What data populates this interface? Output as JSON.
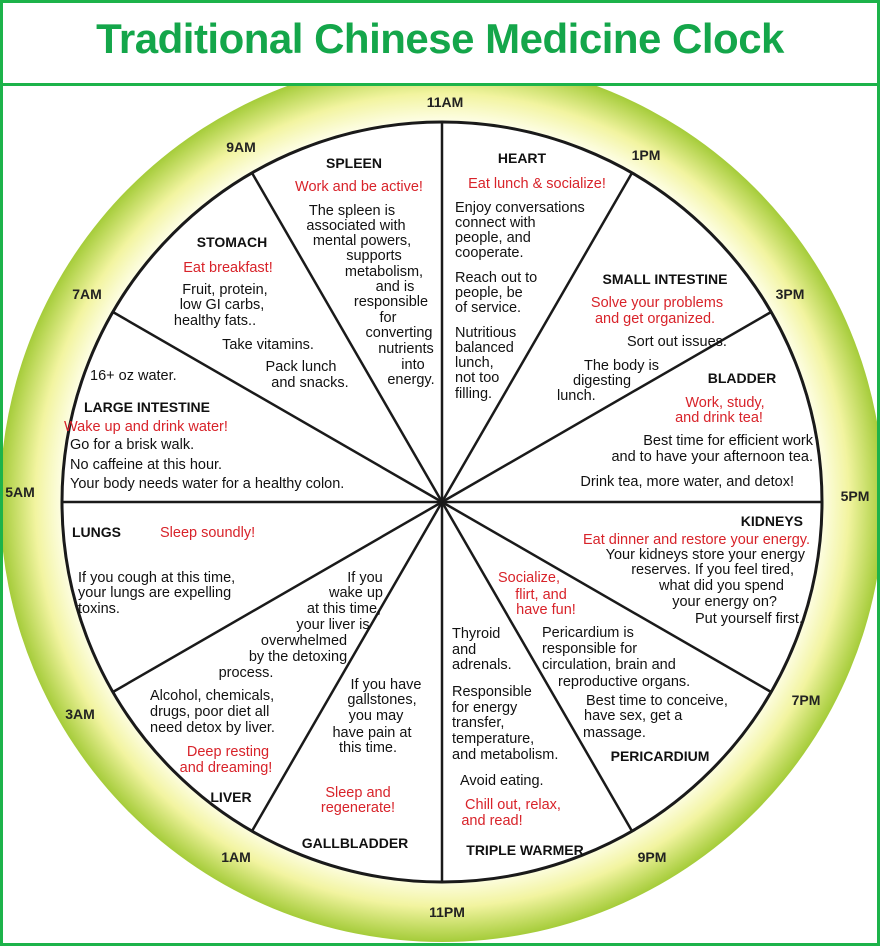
{
  "title": "Traditional Chinese Medicine Clock",
  "colors": {
    "border": "#1db34a",
    "title": "#14a64a",
    "accent_red": "#d8232a",
    "text": "#111111",
    "ring_inner": "#ffffe6",
    "ring_outer": "#a8cf3a"
  },
  "hours": [
    "11AM",
    "1PM",
    "3PM",
    "5PM",
    "7PM",
    "9PM",
    "11PM",
    "1AM",
    "3AM",
    "5AM",
    "7AM",
    "9AM"
  ],
  "segments": [
    {
      "organ": "SPLEEN",
      "slogan": [
        "Work and be active!"
      ],
      "notes": [
        "The spleen is",
        "associated with",
        "mental powers,",
        "supports",
        "metabolism,",
        "and is",
        "responsible",
        "for",
        "converting",
        "nutrients",
        "into",
        "energy."
      ]
    },
    {
      "organ": "HEART",
      "slogan": [
        "Eat lunch & socialize!"
      ],
      "notes": [
        "Enjoy conversations",
        "connect with",
        "people, and",
        "cooperate.",
        "Reach out to",
        "people, be",
        "of service.",
        "Nutritious",
        "balanced",
        "lunch,",
        "not too",
        "filling."
      ]
    },
    {
      "organ": "SMALL INTESTINE",
      "slogan": [
        "Solve your problems",
        "and get organized."
      ],
      "notes": [
        "Sort out issues.",
        "The body is",
        "digesting",
        "lunch."
      ]
    },
    {
      "organ": "BLADDER",
      "slogan": [
        "Work, study,",
        "and drink tea!"
      ],
      "notes": [
        "Best time for efficient work",
        "and to have your afternoon tea.",
        "Drink tea, more water, and detox!"
      ]
    },
    {
      "organ": "KIDNEYS",
      "slogan": [
        "Eat dinner and restore your energy."
      ],
      "notes": [
        "Your kidneys store your energy",
        "reserves. If you feel tired,",
        "what did you spend",
        "your energy on?",
        "Put yourself first."
      ]
    },
    {
      "organ": "PERICARDIUM",
      "slogan": [
        "Socialize,",
        "flirt, and",
        "have fun!"
      ],
      "notes": [
        "Pericardium is",
        "responsible for",
        "circulation, brain and",
        "reproductive organs.",
        "Best time to conceive,",
        "have sex, get a",
        "massage."
      ]
    },
    {
      "organ": "TRIPLE WARMER",
      "slogan": [
        "Chill out, relax,",
        "and read!"
      ],
      "notes": [
        "Thyroid",
        "and",
        "adrenals.",
        "Responsible",
        "for energy",
        "transfer,",
        "temperature,",
        "and metabolism.",
        "Avoid eating."
      ]
    },
    {
      "organ": "GALLBLADDER",
      "slogan": [
        "Sleep and",
        "regenerate!"
      ],
      "notes": [
        "If you have",
        "gallstones,",
        "you may",
        "have pain at",
        "this time."
      ]
    },
    {
      "organ": "LIVER",
      "slogan": [
        "Deep resting",
        "and dreaming!"
      ],
      "notes": [
        "Alcohol, chemicals,",
        "drugs, poor diet all",
        "need detox by liver.",
        "If you",
        "wake up",
        "at this time,",
        "your liver is",
        "overwhelmed",
        "by the detoxing",
        "process."
      ]
    },
    {
      "organ": "LUNGS",
      "slogan": [
        "Sleep soundly!"
      ],
      "notes": [
        "If you cough at this time,",
        "your lungs are expelling",
        "toxins."
      ]
    },
    {
      "organ": "LARGE INTESTINE",
      "slogan": [
        "Wake up and drink water!"
      ],
      "notes": [
        "16+ oz water.",
        "Go for a brisk walk.",
        "No caffeine at this hour.",
        "Your body needs water for a healthy colon."
      ]
    },
    {
      "organ": "STOMACH",
      "slogan": [
        "Eat breakfast!"
      ],
      "notes": [
        "Fruit, protein,",
        "low GI carbs,",
        "healthy fats..",
        "Take vitamins.",
        "Pack lunch",
        "and snacks."
      ]
    }
  ]
}
